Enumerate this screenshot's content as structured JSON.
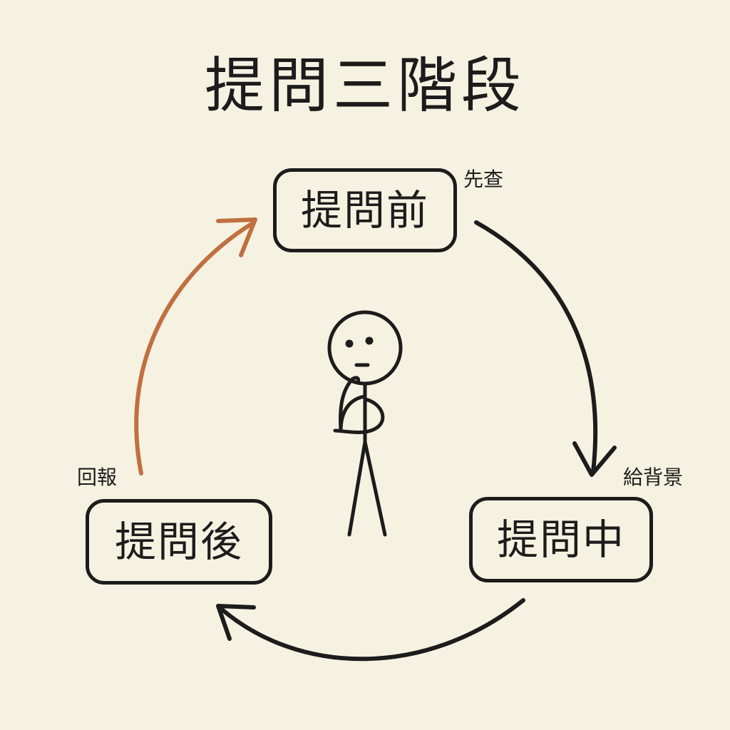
{
  "title": "提問三階段",
  "stages": {
    "before": {
      "label": "提問前",
      "note": "先查"
    },
    "during": {
      "label": "提問中",
      "note": "給背景"
    },
    "after": {
      "label": "提問後",
      "note": "回報"
    }
  },
  "colors": {
    "background": "#f6f2e2",
    "ink": "#1c1c1c",
    "accent_arrow": "#c07040"
  },
  "icons": [
    "thinking-stick-figure"
  ]
}
